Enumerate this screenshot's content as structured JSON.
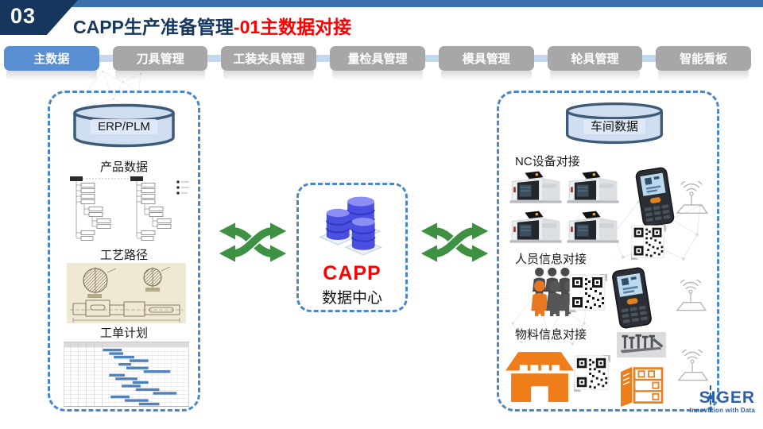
{
  "header": {
    "slide_number": "03",
    "title": "CAPP生产准备管理",
    "title_highlight": "-01主数据对接"
  },
  "tabs": [
    {
      "label": "主数据",
      "active": true
    },
    {
      "label": "刀具管理",
      "active": false
    },
    {
      "label": "工装夹具管理",
      "active": false
    },
    {
      "label": "量检具管理",
      "active": false
    },
    {
      "label": "模具管理",
      "active": false
    },
    {
      "label": "轮具管理",
      "active": false
    },
    {
      "label": "智能看板",
      "active": false
    }
  ],
  "left_panel": {
    "database_label": "ERP/PLM",
    "sections": [
      {
        "label": "产品数据",
        "image": "bom-tree-diagram"
      },
      {
        "label": "工艺路径",
        "image": "engineering-drawing"
      },
      {
        "label": "工单计划",
        "image": "gantt-chart"
      }
    ]
  },
  "center": {
    "name": "CAPP",
    "subtitle": "数据中心",
    "icon": "database-cluster-icon"
  },
  "exchange_icons": [
    "data-exchange-arrows-left",
    "data-exchange-arrows-right"
  ],
  "right_panel": {
    "database_label": "车间数据",
    "sections": [
      {
        "label": "NC设备对接",
        "icons": [
          "cnc-machine-icon",
          "cnc-machine-icon",
          "cnc-machine-icon",
          "cnc-machine-icon",
          "handheld-terminal-icon",
          "qr-code-icon",
          "wifi-antenna-icon"
        ]
      },
      {
        "label": "人员信息对接",
        "icons": [
          "people-group-icon",
          "qr-code-icon",
          "handheld-terminal-icon",
          "wifi-antenna-icon"
        ]
      },
      {
        "label": "物料信息对接",
        "icons": [
          "warehouse-icon",
          "qr-code-icon",
          "metal-parts-icon",
          "storage-cabinet-icon",
          "wifi-antenna-icon"
        ]
      }
    ]
  },
  "footer": {
    "logo": "SIGER",
    "tagline": "Innovation with Data"
  },
  "colors": {
    "navy": "#17375d",
    "highlight_red": "#fe0000",
    "top_band_blue": "#3a71ac",
    "tab_active_blue": "#5a8ed2",
    "tab_inactive_gray": "#a7a7a7",
    "tab_connector": "#c3d7ee",
    "panel_border_blue": "#4a87c9",
    "cylinder_fill": "#cfdef0",
    "exchange_green": "#3e9142",
    "database_purple": "#4a4fe0",
    "accent_orange": "#ef7d1a",
    "gantt_bar_blue": "#4f81bd",
    "logo_blue": "#2b5fa8"
  }
}
